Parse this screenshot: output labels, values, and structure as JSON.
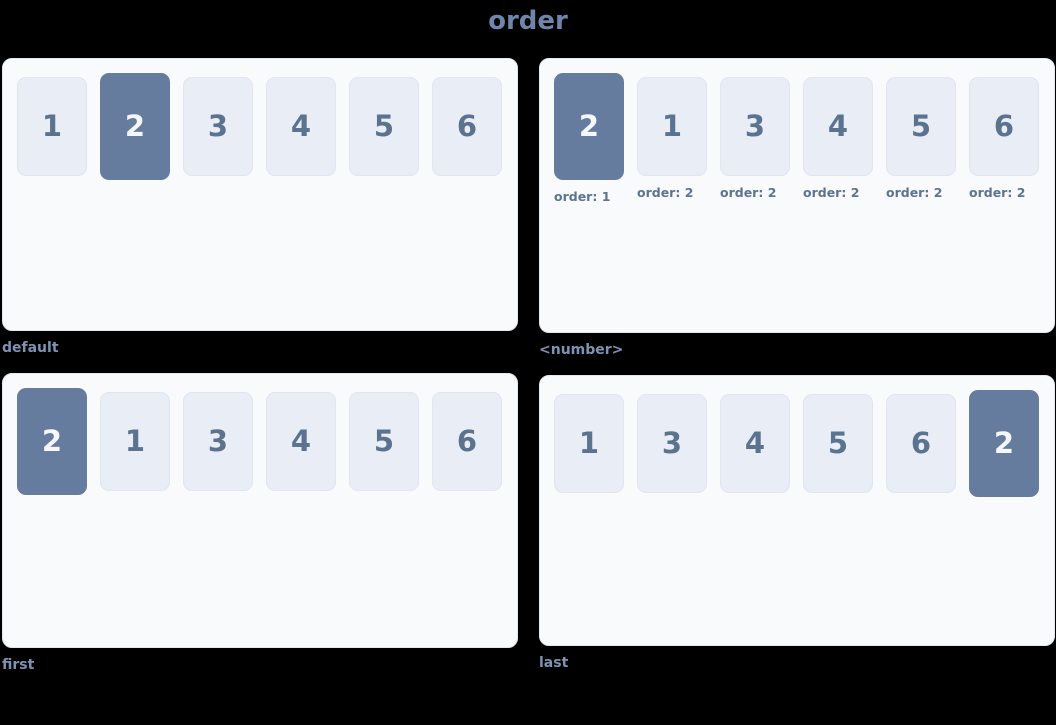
{
  "page": {
    "title": "order",
    "background_color": "#000000",
    "title_color": "#6d86aa"
  },
  "theme": {
    "panel_bg": "#f8fafc",
    "panel_border": "#e3e8f0",
    "item_bg": "#e8edf6",
    "item_border": "#dfe6f0",
    "item_text": "#5c7390",
    "item_highlight_bg": "#667c9f",
    "item_highlight_text": "#f4f7fb",
    "label_color": "#7d93b3",
    "caption_color": "#5d7391"
  },
  "panels": [
    {
      "label": "default",
      "items": [
        {
          "value": "1",
          "highlight": false,
          "caption": ""
        },
        {
          "value": "2",
          "highlight": true,
          "caption": ""
        },
        {
          "value": "3",
          "highlight": false,
          "caption": ""
        },
        {
          "value": "4",
          "highlight": false,
          "caption": ""
        },
        {
          "value": "5",
          "highlight": false,
          "caption": ""
        },
        {
          "value": "6",
          "highlight": false,
          "caption": ""
        }
      ]
    },
    {
      "label": "<number>",
      "items": [
        {
          "value": "2",
          "highlight": true,
          "caption": "order: 1"
        },
        {
          "value": "1",
          "highlight": false,
          "caption": "order: 2"
        },
        {
          "value": "3",
          "highlight": false,
          "caption": "order: 2"
        },
        {
          "value": "4",
          "highlight": false,
          "caption": "order: 2"
        },
        {
          "value": "5",
          "highlight": false,
          "caption": "order: 2"
        },
        {
          "value": "6",
          "highlight": false,
          "caption": "order: 2"
        }
      ]
    },
    {
      "label": "first",
      "items": [
        {
          "value": "2",
          "highlight": true,
          "caption": ""
        },
        {
          "value": "1",
          "highlight": false,
          "caption": ""
        },
        {
          "value": "3",
          "highlight": false,
          "caption": ""
        },
        {
          "value": "4",
          "highlight": false,
          "caption": ""
        },
        {
          "value": "5",
          "highlight": false,
          "caption": ""
        },
        {
          "value": "6",
          "highlight": false,
          "caption": ""
        }
      ]
    },
    {
      "label": "last",
      "items": [
        {
          "value": "1",
          "highlight": false,
          "caption": ""
        },
        {
          "value": "3",
          "highlight": false,
          "caption": ""
        },
        {
          "value": "4",
          "highlight": false,
          "caption": ""
        },
        {
          "value": "5",
          "highlight": false,
          "caption": ""
        },
        {
          "value": "6",
          "highlight": false,
          "caption": ""
        },
        {
          "value": "2",
          "highlight": true,
          "caption": ""
        }
      ]
    }
  ]
}
